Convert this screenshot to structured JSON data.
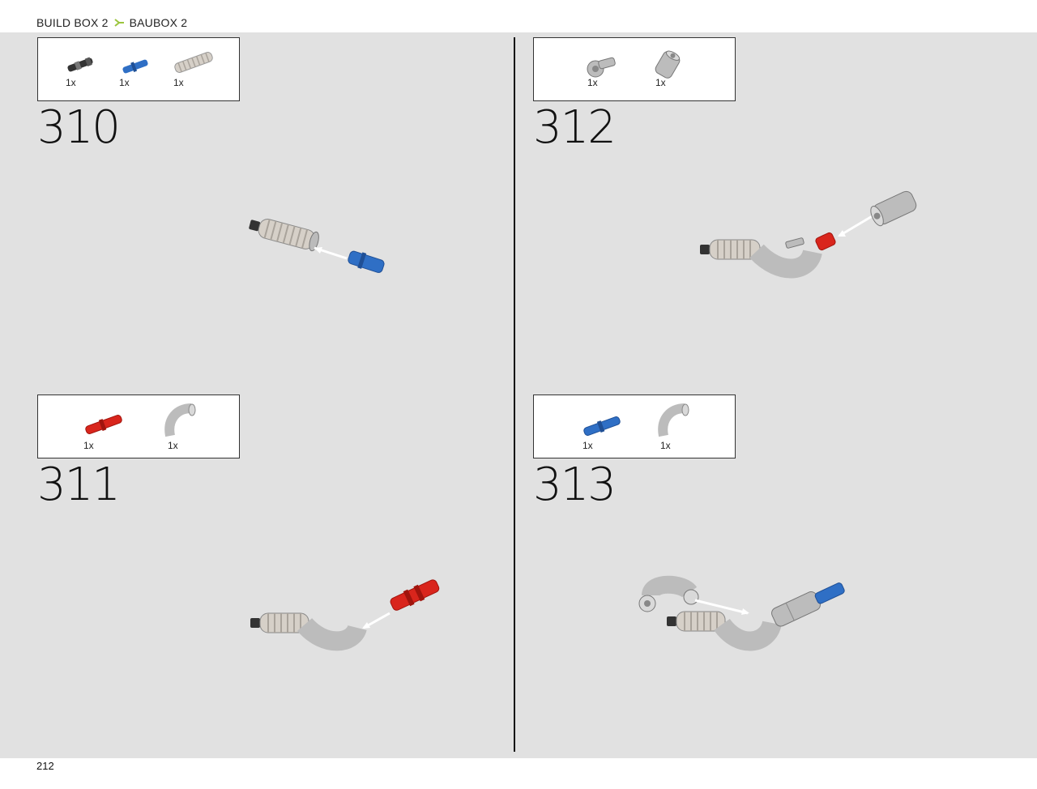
{
  "header": {
    "breadcrumb_primary": "BUILD BOX 2",
    "breadcrumb_secondary": "BAUBOX 2",
    "separator_icon": "chevron-right-icon",
    "accent_color": "#9bc53d"
  },
  "footer": {
    "page_number": "212"
  },
  "colors": {
    "background": "#e1e1e1",
    "part_grey": "#bcbcbc",
    "part_blue": "#2f6fc5",
    "part_red": "#d9251c",
    "part_black": "#333333"
  },
  "steps": [
    {
      "number": "310",
      "parts": [
        {
          "icon": "black-axle-connector-icon",
          "qty": "1x"
        },
        {
          "icon": "blue-pin-icon",
          "qty": "1x"
        },
        {
          "icon": "ribbed-hose-icon",
          "qty": "1x"
        }
      ]
    },
    {
      "number": "311",
      "parts": [
        {
          "icon": "red-pin-icon",
          "qty": "1x"
        },
        {
          "icon": "grey-elbow-icon",
          "qty": "1x"
        }
      ]
    },
    {
      "number": "312",
      "parts": [
        {
          "icon": "grey-pin-connector-icon",
          "qty": "1x"
        },
        {
          "icon": "grey-tube-connector-icon",
          "qty": "1x"
        }
      ]
    },
    {
      "number": "313",
      "parts": [
        {
          "icon": "blue-axle-pin-icon",
          "qty": "1x"
        },
        {
          "icon": "grey-elbow-icon",
          "qty": "1x"
        }
      ]
    }
  ]
}
